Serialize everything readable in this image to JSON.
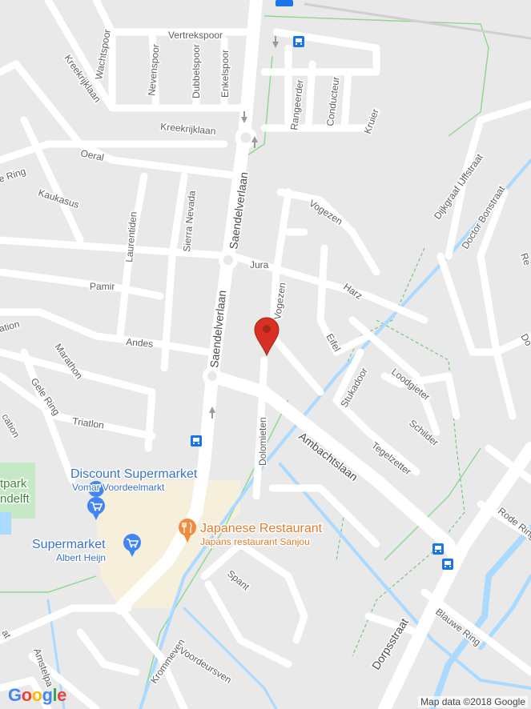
{
  "colors": {
    "background": "#e9e9e9",
    "road": "#ffffff",
    "water": "#aadaff",
    "park": "#c5e8c5",
    "commercial": "#f6efdc",
    "marker": "#d93025",
    "shop_pin": "#4285f4",
    "shop_text": "#3a72c7",
    "restaurant": "#f08c3c",
    "restaurant_text": "#e67a2a"
  },
  "streets": {
    "vertrekspoor": "Vertrekspoor",
    "wachtspoor": "Wachtspoor",
    "nevenspoor": "Nevenspoor",
    "dubbelspoor": "Dubbelspoor",
    "enkelspoor": "Enkelspoor",
    "kreekrijklaan_diag": "Kreekrijklaan",
    "kreekrijklaan": "Kreekrijklaan",
    "rangeerder": "Rangeerder",
    "conducteur": "Conducteur",
    "kruier": "Kruier",
    "oeral": "Oeral",
    "ring": "e Ring",
    "kaukasus": "Kaukasus",
    "laurentiden": "Laurentiden",
    "sierra": "Sierra Nevada",
    "saendelverlaan_top": "Saendelverlaan",
    "saendelverlaan_bottom": "Saendelverlaan",
    "vogezen": "Vogezen",
    "vogezen2": "Vogezen",
    "dijkgraaf": "Dijkgraaf IJffstraat",
    "doctor": "Doctor Bonstraat",
    "jura": "Jura",
    "pamir": "Pamir",
    "harz": "Harz",
    "andes": "Andes",
    "eifel": "Eifel",
    "marathon": "Marathon",
    "ation": "ation",
    "stukadoor": "Stukadoor",
    "loodgieter": "Loodgieter",
    "gele_ring": "Gele Ring",
    "triation": "Triatlon",
    "cation": "cation",
    "dolomieten": "Dolomieten",
    "ambachtslaan": "Ambachtslaan",
    "schilder": "Schilder",
    "tegelzetter": "Tegelzetter",
    "rode_ring": "Rode Ring",
    "spant": "Spant",
    "dorpsstraat": "Dorpsstraat",
    "blauwe_ring": "Blauwe Ring",
    "krommeven": "Krommeven",
    "voordeursven": "Voordeursven",
    "amstelpark": "Amstelpa",
    "re": "Re",
    "do": "Do",
    "at": "at"
  },
  "pois": {
    "discount_name": "Discount Supermarket",
    "discount_sub": "Vomar Voordeelmarkt",
    "super_name": "Supermarket",
    "super_sub": "Albert Heijn",
    "japanese_name": "Japanese Restaurant",
    "japanese_sub": "Japans restaurant Sanjou",
    "park_line1": "tpark",
    "park_line2": "ndelft"
  },
  "icons": {
    "location_marker": "red-location-pin-icon",
    "bus_stop": "bus-stop-icon",
    "shopping_cart": "shopping-cart-pin-icon",
    "restaurant": "fork-knife-pin-icon",
    "one_way_arrow": "arrow-icon"
  },
  "footer": {
    "attribution": "Map data ©2018 Google",
    "logo_letters": [
      "G",
      "o",
      "o",
      "g",
      "l",
      "e"
    ],
    "logo_colors": [
      "#4285f4",
      "#ea4335",
      "#fbbc05",
      "#4285f4",
      "#34a853",
      "#ea4335"
    ]
  }
}
